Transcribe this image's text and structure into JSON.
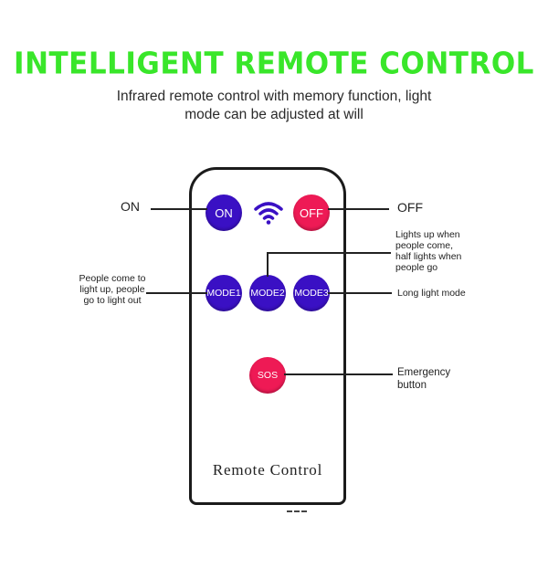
{
  "title": "INTELLIGENT REMOTE CONTROL",
  "subtitle_line1": "Infrared remote control with memory function, light",
  "subtitle_line2": "mode can be adjusted at will",
  "remote": {
    "label": "Remote Control",
    "buttons": {
      "on": "ON",
      "off": "OFF",
      "mode1": "MODE1",
      "mode2": "MODE2",
      "mode3": "MODE3",
      "sos": "SOS"
    }
  },
  "annotations": {
    "on": "ON",
    "off": "OFF",
    "mode1_lines": [
      "People come to",
      "light up, people",
      "go to light out"
    ],
    "mode2_lines": [
      "Lights up when",
      "people come,",
      "half lights when",
      "people go"
    ],
    "mode3": "Long light mode",
    "sos_lines": [
      "Emergency",
      "button"
    ]
  },
  "colors": {
    "title": "#39e62a",
    "button_blue": "#3a10c4",
    "button_red": "#ee1a55"
  },
  "icons": [
    "wifi-signal-icon"
  ]
}
